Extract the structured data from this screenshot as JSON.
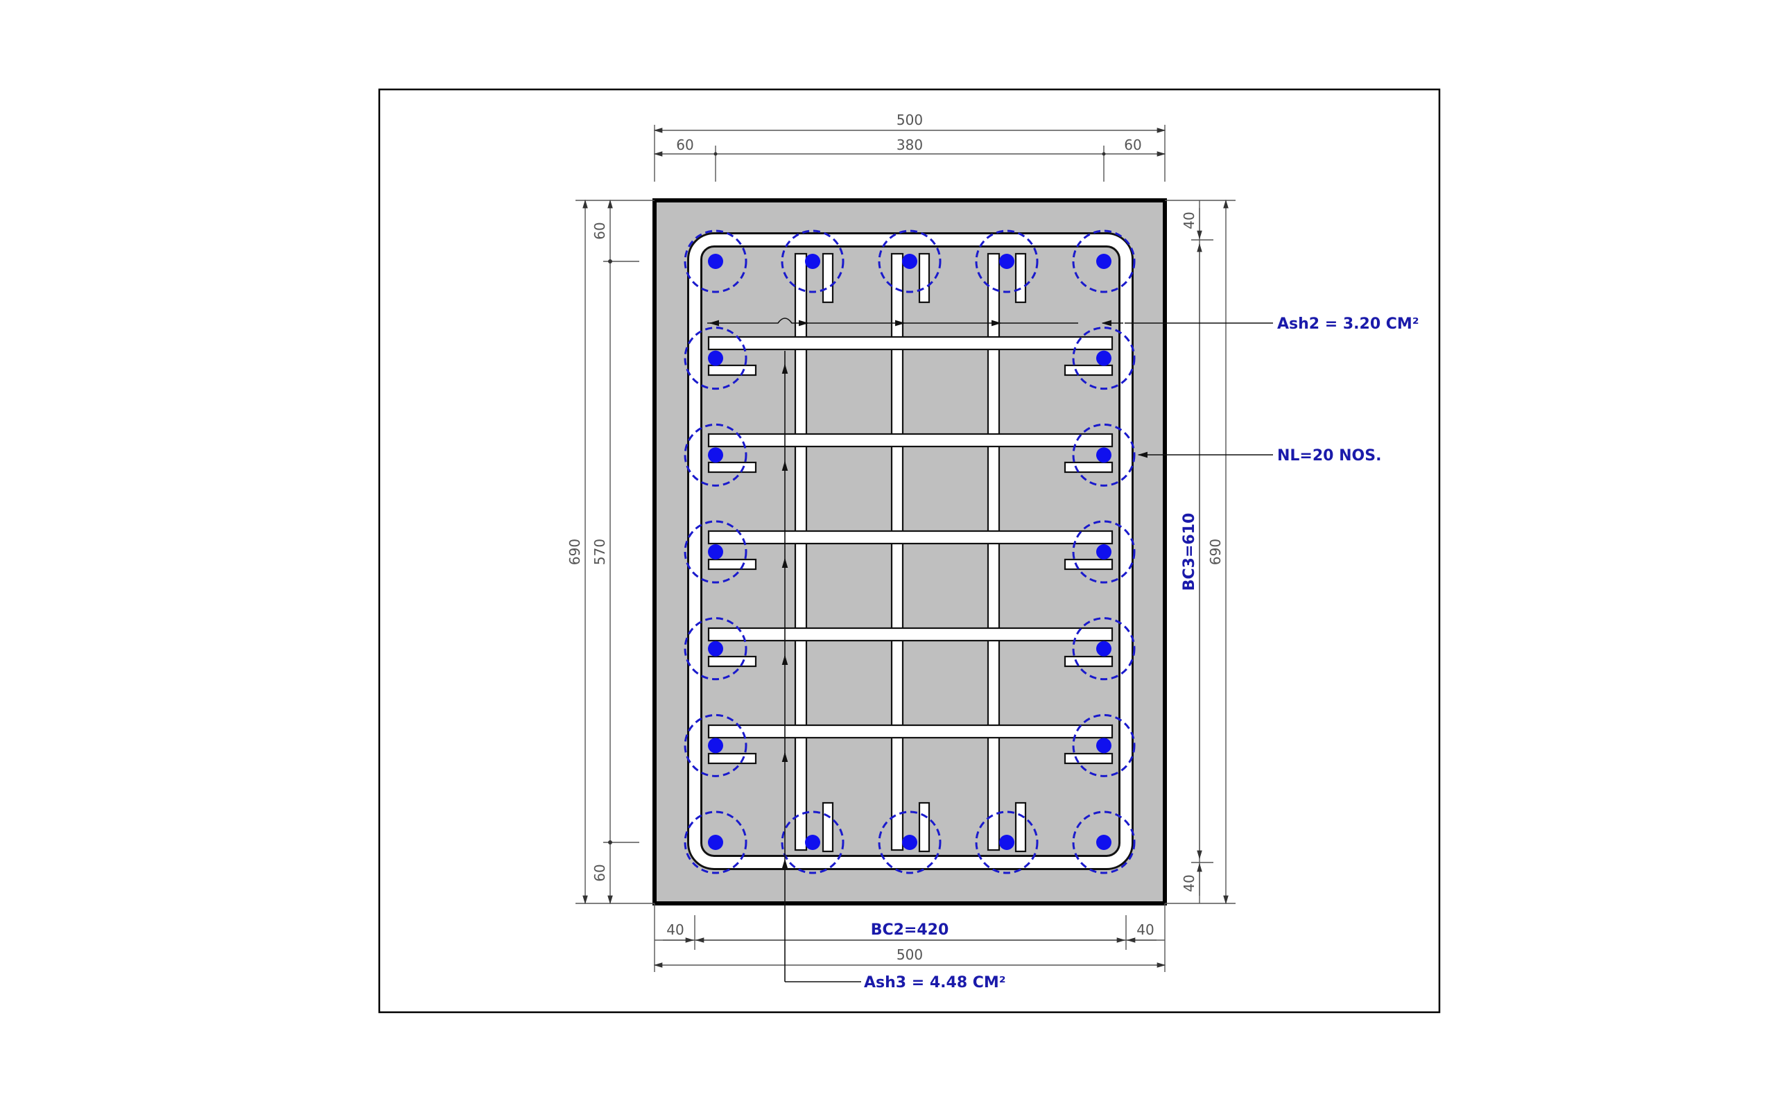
{
  "section": {
    "width_mm": 500,
    "depth_mm": 690,
    "bars_along_width": 5,
    "bars_along_depth": 7,
    "colors": {
      "concrete": "#bfbfbf",
      "outline": "#000000",
      "bar": "#1010ee",
      "label": "#1a1aaa",
      "dimension": "#555555"
    }
  },
  "dimensions": {
    "top_overall": "500",
    "top_left_cover": "60",
    "top_core": "380",
    "top_right_cover": "60",
    "left_overall": "690",
    "left_core": "570",
    "left_top_cover": "60",
    "left_bottom_cover": "60",
    "right_overall": "690",
    "right_top_cover": "40",
    "right_bottom_cover": "40",
    "bottom_left_cover": "40",
    "bottom_right_cover": "40",
    "bottom_overall": "500"
  },
  "labels": {
    "ash2": "Ash2 = 3.20 CM²",
    "nl": "NL=20 NOS.",
    "bc3": "BC3=610",
    "bc2": "BC2=420",
    "ash3": "Ash3 = 4.48 CM²"
  }
}
